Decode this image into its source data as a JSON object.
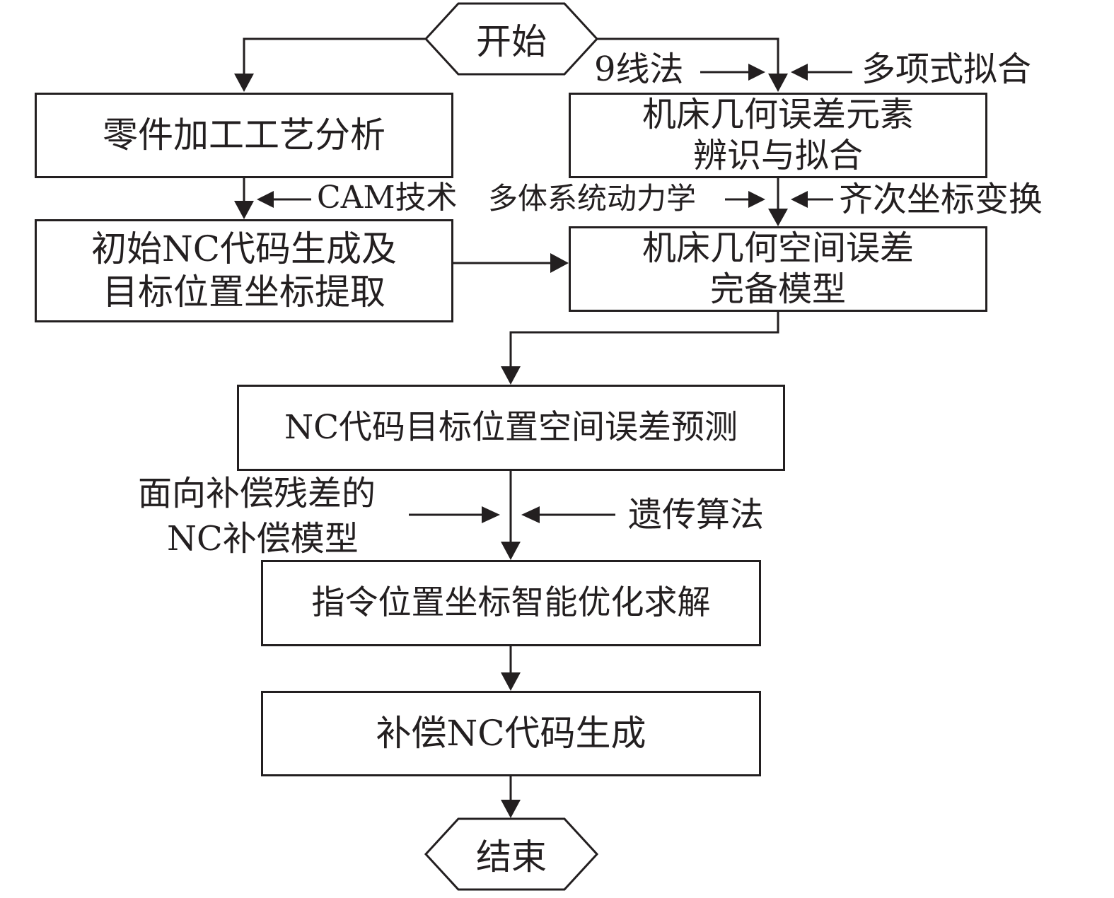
{
  "diagram": {
    "type": "flowchart",
    "start": "开始",
    "end": "结束",
    "boxes": {
      "part_analysis": [
        "零件加工工艺分析"
      ],
      "error_identification": [
        "机床几何误差元素",
        "辨识与拟合"
      ],
      "initial_nc": [
        "初始NC代码生成及",
        "目标位置坐标提取"
      ],
      "error_model": [
        "机床几何空间误差",
        "完备模型"
      ],
      "error_prediction": [
        "NC代码目标位置空间误差预测"
      ],
      "optimization": [
        "指令位置坐标智能优化求解"
      ],
      "compensated_nc": [
        "补偿NC代码生成"
      ]
    },
    "side_inputs": {
      "nine_line": "9线法",
      "poly_fit": "多项式拟合",
      "cam": "CAM技术",
      "multibody": "多体系统动力学",
      "homogeneous": "齐次坐标变换",
      "residual_model": [
        "面向补偿残差的",
        "NC补偿模型"
      ],
      "genetic": "遗传算法"
    }
  },
  "colors": {
    "stroke": "#231f20",
    "background": "#ffffff"
  }
}
